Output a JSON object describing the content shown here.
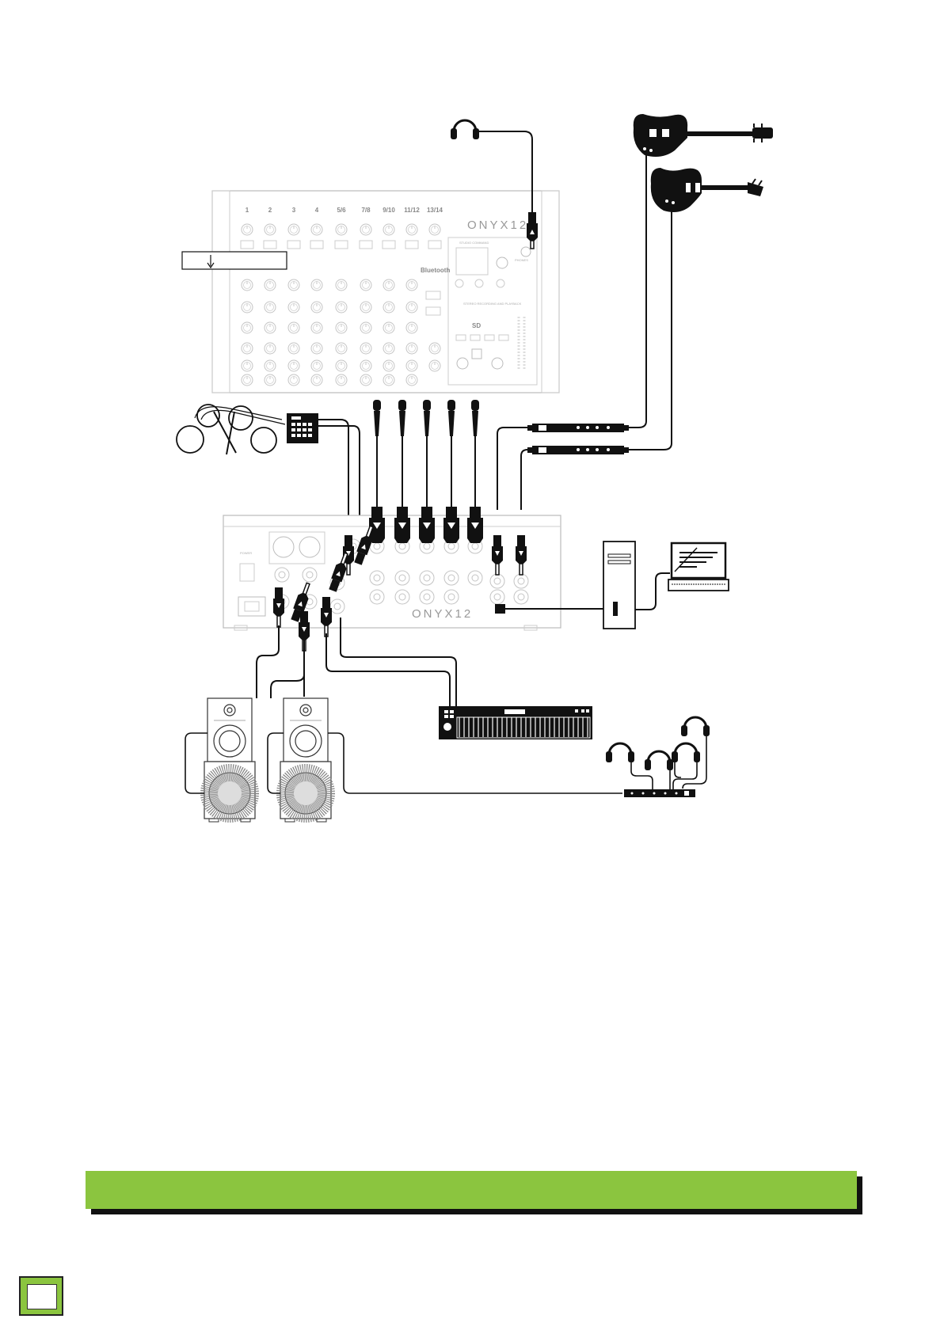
{
  "mixer": {
    "model_logo_top": "ONYX12",
    "model_logo_rear": "ONYX12",
    "channel_labels": [
      "1",
      "2",
      "3",
      "4",
      "5/6",
      "7/8",
      "9/10",
      "11/12",
      "13/14"
    ],
    "panel_labels": {
      "studio_command": "STUDIO COMMAND",
      "bluetooth": "Bluetooth",
      "sd": "SD",
      "recording": "STEREO RECORDING AND PLAYBACK",
      "phones": "PHONES",
      "power": "POWER"
    }
  },
  "colors": {
    "accent": "#8bc53f",
    "ink": "#111111",
    "panel_line": "#bbbbbb"
  },
  "icons": [
    "headphones-icon",
    "electric-guitar-icon",
    "bass-guitar-icon",
    "drum-kit-icon",
    "drum-machine-icon",
    "microphone-icon",
    "effects-processor-icon",
    "computer-tower-icon",
    "laptop-icon",
    "studio-monitor-icon",
    "subwoofer-icon",
    "keyboard-synth-icon",
    "headphone-amp-icon"
  ],
  "banner": {
    "text": ""
  },
  "page_box": {
    "number": ""
  }
}
